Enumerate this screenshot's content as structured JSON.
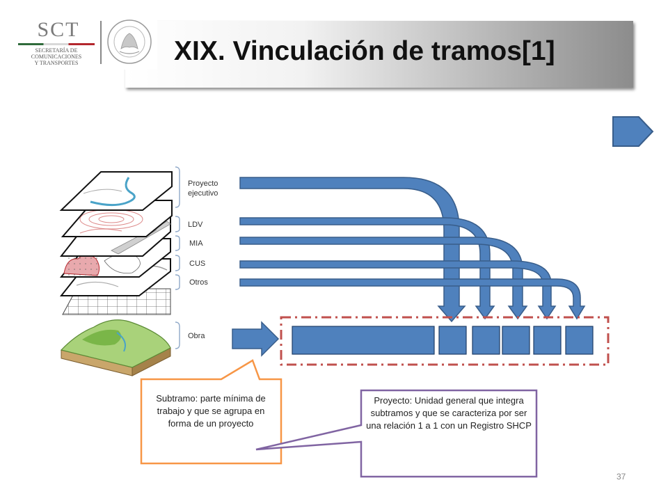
{
  "slide": {
    "title": "XIX. Vinculación de tramos[1]",
    "page_number": "37"
  },
  "logo": {
    "acronym": "SCT",
    "subtitle_lines": [
      "SECRETARÍA DE",
      "COMUNICACIONES",
      "Y TRANSPORTES"
    ],
    "seal_icon": "mexico-coat-of-arms-seal"
  },
  "layers": {
    "proyecto": "Proyecto ejecutivo",
    "ldv": "LDV",
    "mia": "MIA",
    "cus": "CUS",
    "otros": "Otros",
    "obra": "Obra"
  },
  "callouts": {
    "subtramo": "Subtramo: parte mínima de trabajo y que se agrupa en forma de un proyecto",
    "proyecto": "Proyecto: Unidad general que integra subtramos y que se caracteriza por ser una relación 1 a 1 con un Registro SHCP"
  },
  "colors": {
    "arrow_fill": "#4f81bd",
    "arrow_stroke": "#385d8a",
    "dashed_border": "#c0504d",
    "subtramo_border": "#f79646",
    "proyecto_border": "#8064a2",
    "terrain_green": "#7ab648"
  }
}
